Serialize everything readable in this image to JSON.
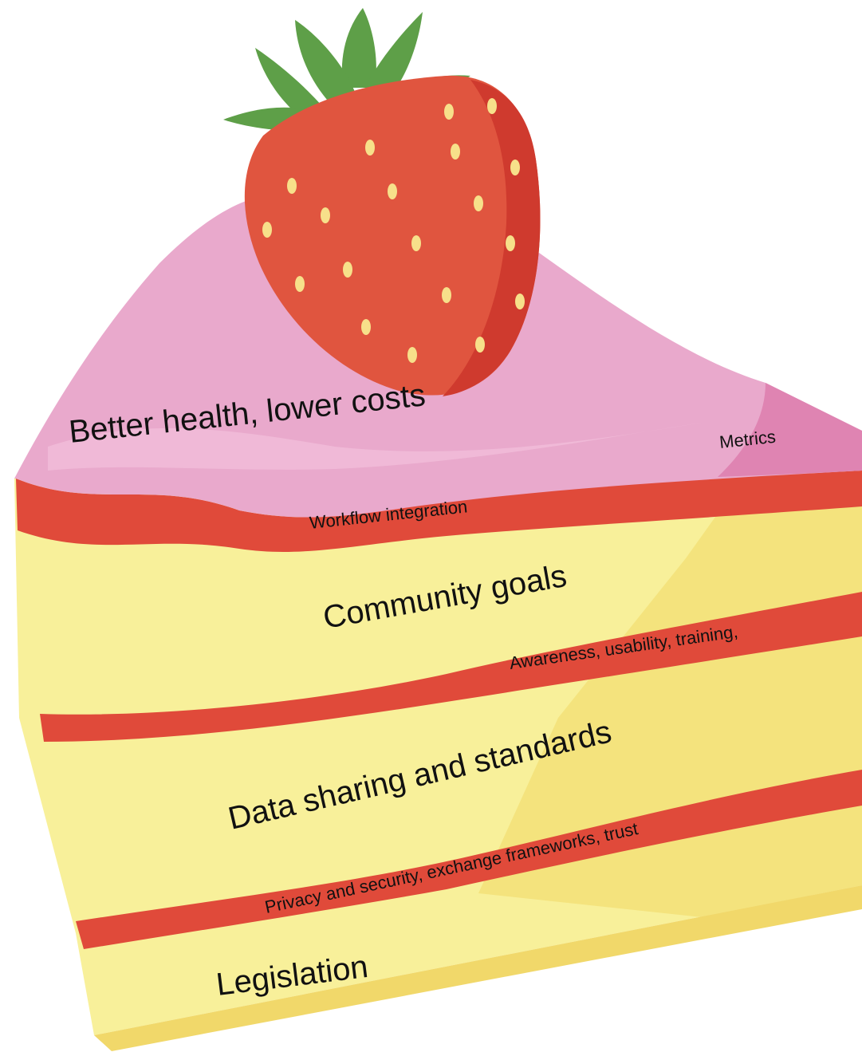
{
  "diagram": {
    "layers": [
      {
        "id": "top",
        "label": "Better health, lower costs"
      },
      {
        "id": "metrics",
        "label": "Metrics"
      },
      {
        "id": "workflow",
        "label": "Workflow integration"
      },
      {
        "id": "community",
        "label": "Community goals"
      },
      {
        "id": "awareness",
        "label": "Awareness, usability, training,"
      },
      {
        "id": "data",
        "label": "Data sharing and standards"
      },
      {
        "id": "privacy",
        "label": "Privacy and security, exchange frameworks, trust"
      },
      {
        "id": "legislation",
        "label": "Legislation"
      }
    ]
  },
  "colors": {
    "frosting": "#e9a9cc",
    "frosting_dark": "#df84b2",
    "cream": "#f8f09a",
    "cream_shade": "#f3e078",
    "jam": "#e04a3a",
    "strawberry": "#e0553f",
    "strawberry_dark": "#cf3a2e",
    "leaf": "#5e9f48",
    "seed": "#f7e08a"
  }
}
